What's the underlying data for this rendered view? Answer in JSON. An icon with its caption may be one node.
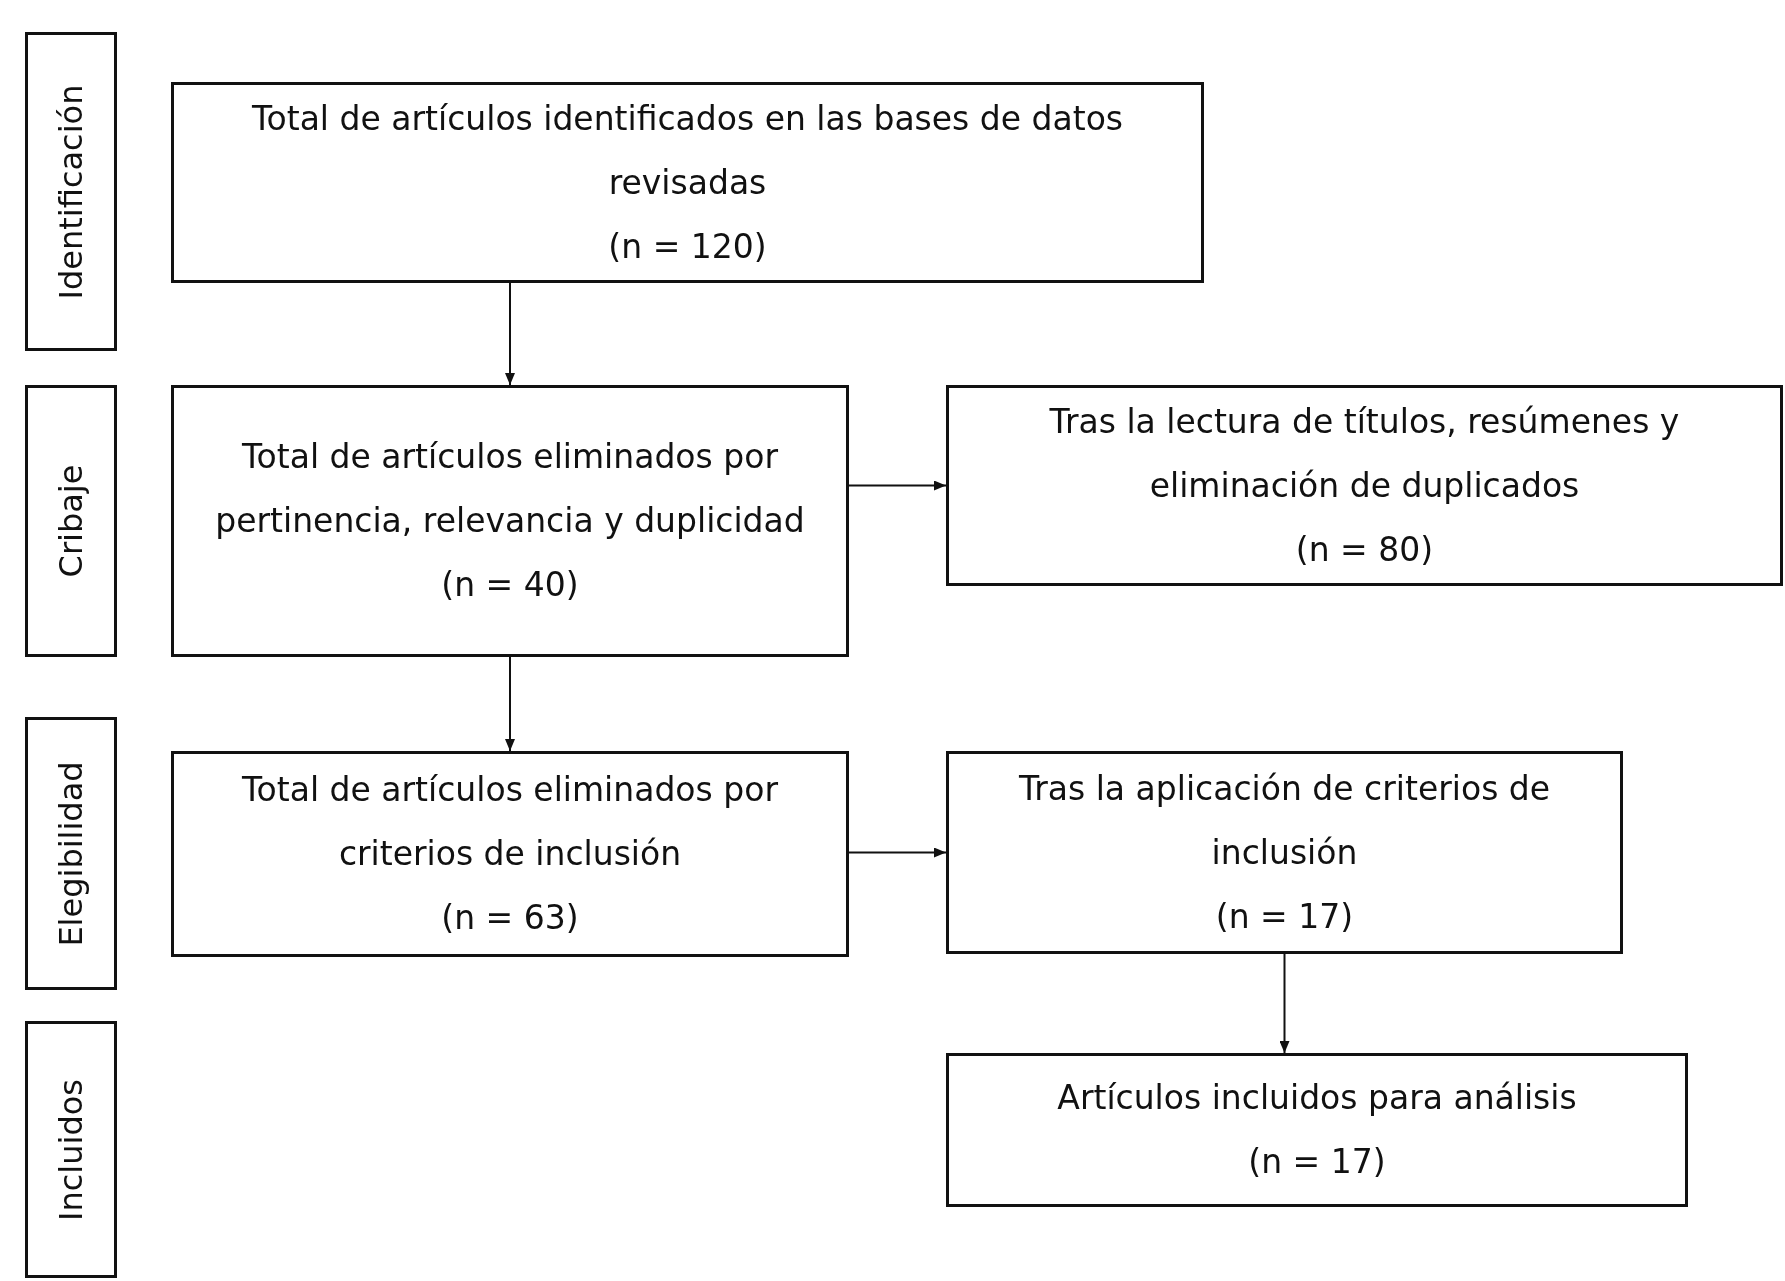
{
  "diagram": {
    "nodes": [
      {
        "text": [
          "Identificación"
        ]
      },
      {
        "text": [
          "Cribaje"
        ]
      },
      {
        "text": [
          "Elegibilidad"
        ]
      },
      {
        "text": [
          "Incluidos"
        ]
      },
      {
        "text": [
          "Total de artículos identificados en las bases de datos revisadas",
          "(n = 120)"
        ]
      },
      {
        "text": [
          "Total de artículos eliminados por pertinencia, relevancia y duplicidad",
          "(n = 40)"
        ]
      },
      {
        "text": [
          "Tras la lectura de títulos, resúmenes y eliminación de duplicados",
          "(n = 80)"
        ]
      },
      {
        "text": [
          "Total de artículos eliminados por criterios de inclusión",
          "(n = 63)"
        ]
      },
      {
        "text": [
          "Tras la aplicación de criterios de inclusión",
          "(n = 17)"
        ]
      },
      {
        "text": [
          "Artículos incluidos para análisis",
          "(n = 17)"
        ]
      }
    ],
    "edges": [
      {
        "from": 4,
        "to": 5,
        "arrow": "to"
      },
      {
        "from": 5,
        "to": 6,
        "arrow": "to"
      },
      {
        "from": 5,
        "to": 7,
        "arrow": "to"
      },
      {
        "from": 7,
        "to": 8,
        "arrow": "to"
      },
      {
        "from": 8,
        "to": 9,
        "arrow": "to"
      }
    ]
  }
}
